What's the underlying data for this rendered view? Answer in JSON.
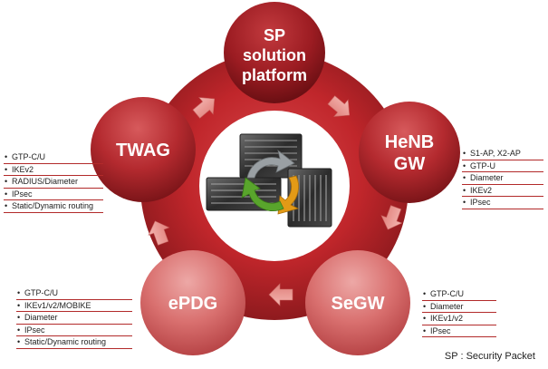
{
  "nodes": {
    "sp": [
      "SP",
      "solution",
      "platform"
    ],
    "henb": [
      "HeNB",
      "GW"
    ],
    "segw": [
      "SeGW"
    ],
    "epdg": [
      "ePDG"
    ],
    "twag": [
      "TWAG"
    ]
  },
  "protocols": {
    "twag": [
      "GTP-C/U",
      "IKEv2",
      "RADIUS/Diameter",
      "IPsec",
      "Static/Dynamic routing"
    ],
    "henb": [
      "S1-AP, X2-AP",
      "GTP-U",
      "Diameter",
      "IKEv2",
      "IPsec"
    ],
    "epdg": [
      "GTP-C/U",
      "IKEv1/v2/MOBIKE",
      "Diameter",
      "IPsec",
      "Static/Dynamic routing"
    ],
    "segw": [
      "GTP-C/U",
      "Diameter",
      "IKEv1/v2",
      "IPsec"
    ]
  },
  "footnote": "SP : Security Packet",
  "colors": {
    "ring": "#c0262b",
    "node": "#b52a30",
    "arrow": "#e58b86",
    "list_rule": "#b22a2a"
  }
}
